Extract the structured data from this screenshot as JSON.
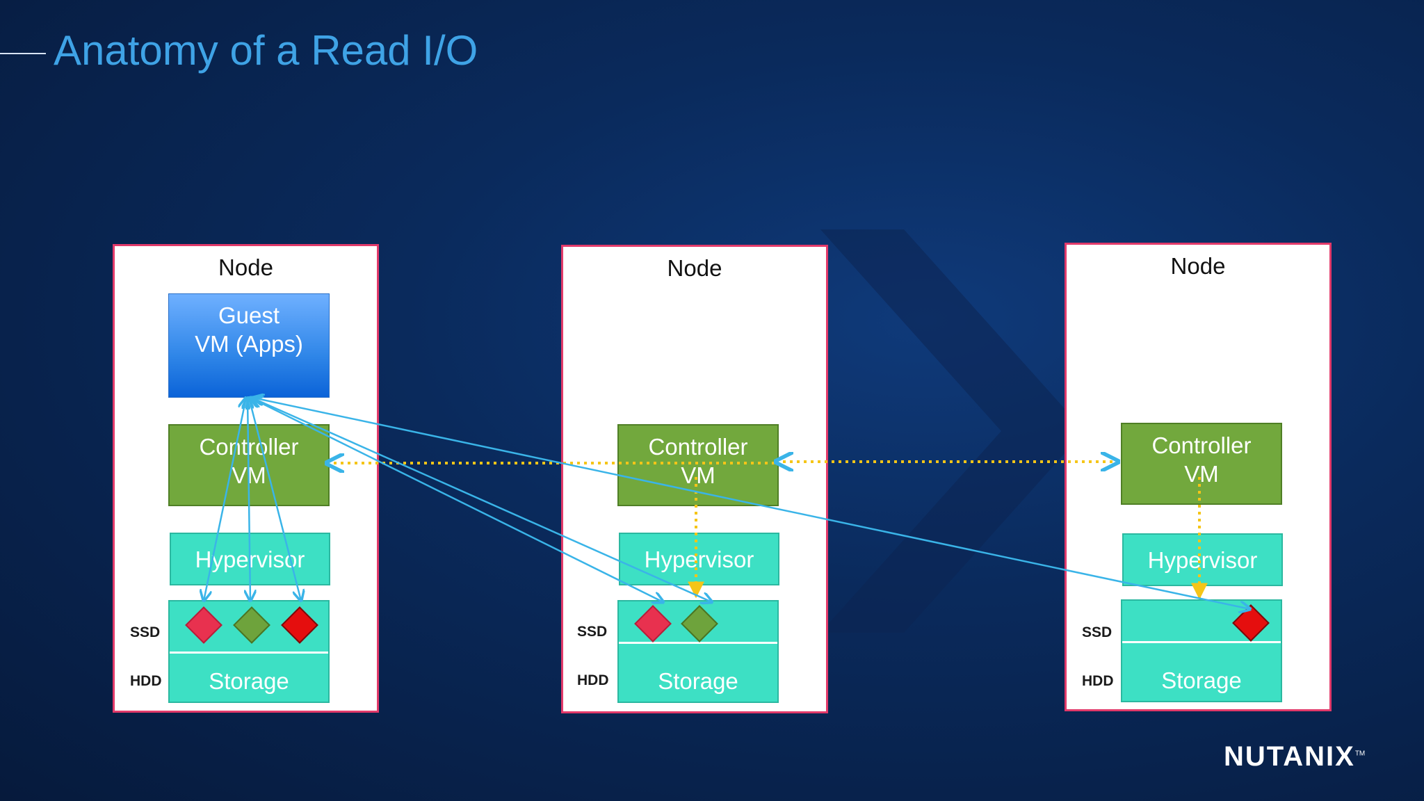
{
  "slide": {
    "title": "Anatomy of a Read I/O"
  },
  "nodes": [
    {
      "label": "Node",
      "guest_vm": "Guest\nVM (Apps)",
      "controller_vm": "Controller\nVM",
      "hypervisor": "Hypervisor",
      "ssd_label": "SSD",
      "hdd_label": "HDD",
      "storage": "Storage",
      "ssd_blocks": [
        "red",
        "green",
        "darkred"
      ]
    },
    {
      "label": "Node",
      "controller_vm": "Controller\nVM",
      "hypervisor": "Hypervisor",
      "ssd_label": "SSD",
      "hdd_label": "HDD",
      "storage": "Storage",
      "ssd_blocks": [
        "red",
        "green"
      ]
    },
    {
      "label": "Node",
      "controller_vm": "Controller\nVM",
      "hypervisor": "Hypervisor",
      "ssd_label": "SSD",
      "hdd_label": "HDD",
      "storage": "Storage",
      "ssd_blocks": [
        "darkred"
      ]
    }
  ],
  "colors": {
    "node_border": "#e23a6a",
    "guest_vm": "#2f86e8",
    "controller_vm": "#72a83d",
    "hypervisor_storage": "#3de0c4",
    "data_path_blue": "#3ab4e8",
    "cvm_link_yellow": "#f5c518",
    "title": "#3fa3e6"
  },
  "brand": {
    "logo": "NUTANIX",
    "tm": "TM"
  }
}
